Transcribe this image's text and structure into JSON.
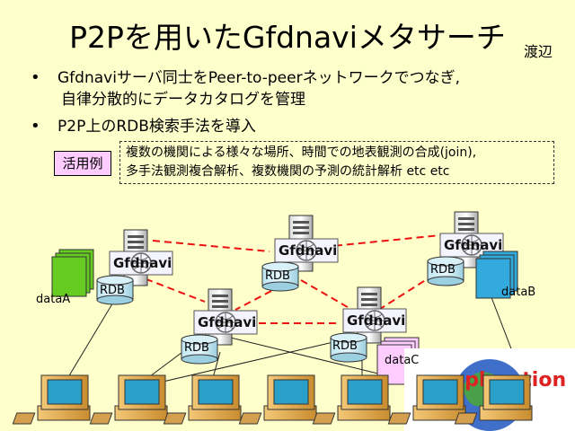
{
  "title": "P2Pを用いたGfdnaviメタサーチ",
  "author": "渡辺",
  "bullets": [
    {
      "symbol": "•",
      "lines": [
        "Gfdnaviサーバ同士をPeer-to-peerネットワークでつなぎ,",
        "自律分散的にデータカタログを管理"
      ]
    },
    {
      "symbol": "•",
      "lines": [
        "P2P上のRDB検索手法を導入"
      ]
    }
  ],
  "usecase_tag": "活用例",
  "usecase_lines": [
    "複数の機関による様々な場所、時間での地表観測の合成(join),",
    "多手法観測複合解析、複数機関の予測の統計解析 etc etc"
  ],
  "nodes": [
    {
      "label": "Gfdnavi",
      "db": "RDB"
    },
    {
      "label": "Gfdnavi",
      "db": "RDB"
    },
    {
      "label": "Gfdnavi",
      "db": "RDB"
    },
    {
      "label": "Gfdnavi",
      "db": "RDB"
    },
    {
      "label": "Gfdnavi",
      "db": "RDB"
    }
  ],
  "datasets": {
    "a": "dataA",
    "b": "dataB",
    "c": "dataC"
  },
  "colors": {
    "background": "#ffffcc",
    "p2p_link": "#ee1111",
    "data_green": "#66cc22",
    "data_blue": "#33aadd",
    "data_pink": "#ffccff"
  },
  "logo_text": "xploration"
}
